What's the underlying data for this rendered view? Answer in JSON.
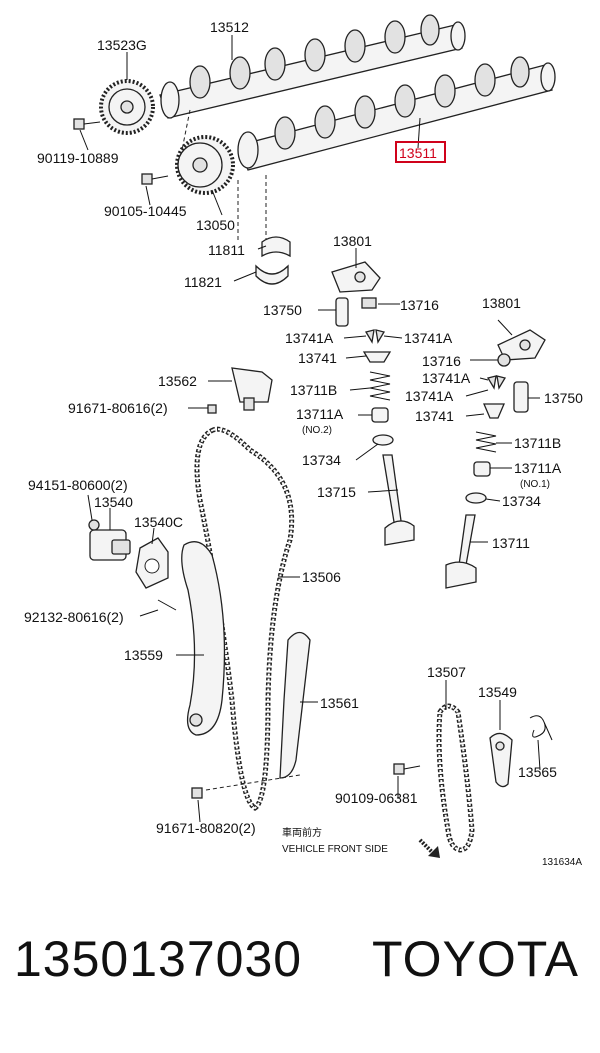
{
  "diagram": {
    "highlight_color": "#d0021b",
    "callouts": {
      "c13512": "13512",
      "c13523G": "13523G",
      "c90119": "90119-10889",
      "c90105": "90105-10445",
      "c13050": "13050",
      "c13511": "13511",
      "c11811": "11811",
      "c11821": "11821",
      "c13801a": "13801",
      "c13750a": "13750",
      "c13716a": "13716",
      "c13741Aa": "13741A",
      "c13741Ab": "13741A",
      "c13741a": "13741",
      "c13711Ba": "13711B",
      "c13711Aa": "13711A",
      "c13711Aa_note": "(NO.2)",
      "c13734a": "13734",
      "c13715": "13715",
      "c13801b": "13801",
      "c13716b": "13716",
      "c13741Ac": "13741A",
      "c13741Ad": "13741A",
      "c13750b": "13750",
      "c13741b": "13741",
      "c13711Bb": "13711B",
      "c13711Ab": "13711A",
      "c13711Ab_note": "(NO.1)",
      "c13734b": "13734",
      "c13711": "13711",
      "c13562": "13562",
      "c91671a": "91671-80616(2)",
      "c94151": "94151-80600(2)",
      "c13540": "13540",
      "c13540C": "13540C",
      "c13506": "13506",
      "c92132": "92132-80616(2)",
      "c13559": "13559",
      "c13561": "13561",
      "c13507": "13507",
      "c13549": "13549",
      "c13565": "13565",
      "c90109": "90109-06381",
      "c91671b": "91671-80820(2)"
    },
    "front_label_jp": "車両前方",
    "front_label_en": "VEHICLE FRONT SIDE",
    "ref_code": "131634A"
  },
  "footer": {
    "part_number": "1350137030",
    "brand": "TOYOTA"
  }
}
